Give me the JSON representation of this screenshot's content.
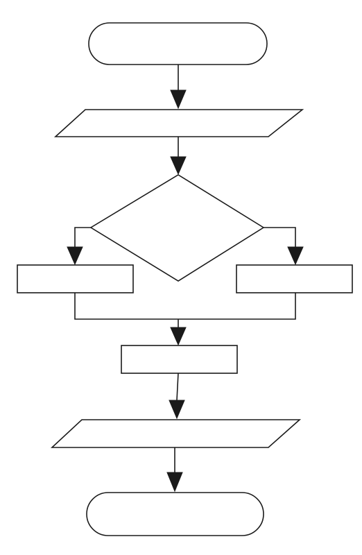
{
  "diagram": {
    "type": "flowchart",
    "nodes": [
      {
        "id": "start",
        "shape": "terminator",
        "label": ""
      },
      {
        "id": "input",
        "shape": "data",
        "label": ""
      },
      {
        "id": "decision",
        "shape": "decision",
        "label": ""
      },
      {
        "id": "process-left",
        "shape": "process",
        "label": ""
      },
      {
        "id": "process-right",
        "shape": "process",
        "label": ""
      },
      {
        "id": "process-merge",
        "shape": "process",
        "label": ""
      },
      {
        "id": "output",
        "shape": "data",
        "label": ""
      },
      {
        "id": "end",
        "shape": "terminator",
        "label": ""
      }
    ],
    "edges": [
      {
        "from": "start",
        "to": "input"
      },
      {
        "from": "input",
        "to": "decision"
      },
      {
        "from": "decision",
        "to": "process-left"
      },
      {
        "from": "decision",
        "to": "process-right"
      },
      {
        "from": "process-left",
        "to": "process-merge"
      },
      {
        "from": "process-right",
        "to": "process-merge"
      },
      {
        "from": "process-merge",
        "to": "output"
      },
      {
        "from": "output",
        "to": "end"
      }
    ],
    "colors": {
      "stroke": "#1a1a1a",
      "fill": "#ffffff",
      "background": "#ffffff"
    }
  }
}
